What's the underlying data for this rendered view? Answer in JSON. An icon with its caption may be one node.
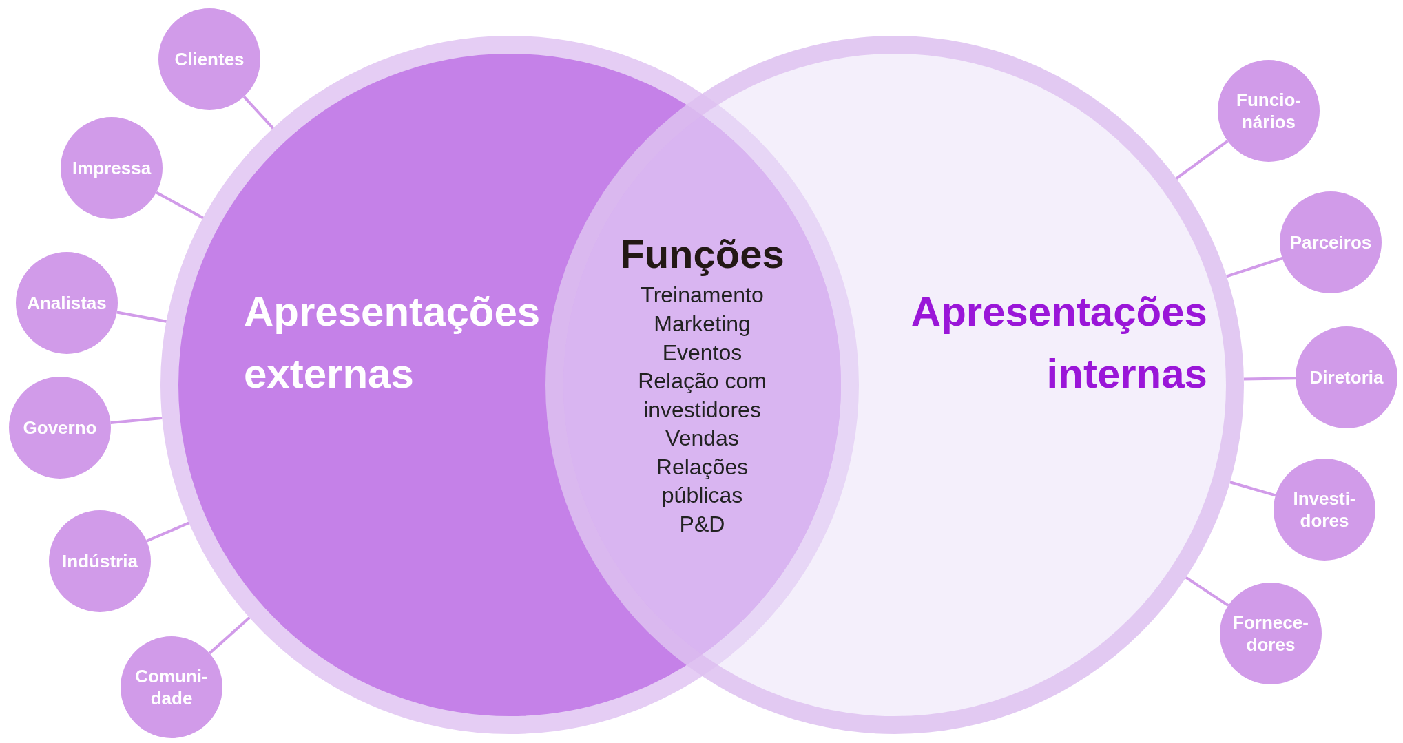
{
  "diagram": {
    "nodes": [
      {
        "text": [
          "Apresentações externas"
        ]
      },
      {
        "text": [
          "Apresentações internas"
        ]
      },
      {
        "text": [
          "Funções",
          "Treinamento",
          "Marketing",
          "Eventos",
          "Relação com investidores",
          "Vendas",
          "Relações públicas",
          "P&D"
        ]
      },
      {
        "text": [
          "Clientes"
        ]
      },
      {
        "text": [
          "Impressa"
        ]
      },
      {
        "text": [
          "Analistas"
        ]
      },
      {
        "text": [
          "Governo"
        ]
      },
      {
        "text": [
          "Indústria"
        ]
      },
      {
        "text": [
          "Comuni-dade"
        ]
      },
      {
        "text": [
          "Funcio-nários"
        ]
      },
      {
        "text": [
          "Parceiros"
        ]
      },
      {
        "text": [
          "Diretoria"
        ]
      },
      {
        "text": [
          "Investi-dores"
        ]
      },
      {
        "text": [
          "Fornece-dores"
        ]
      }
    ],
    "edges": [
      {
        "from": 3,
        "to": 0,
        "arrow": "none"
      },
      {
        "from": 4,
        "to": 0,
        "arrow": "none"
      },
      {
        "from": 5,
        "to": 0,
        "arrow": "none"
      },
      {
        "from": 6,
        "to": 0,
        "arrow": "none"
      },
      {
        "from": 7,
        "to": 0,
        "arrow": "none"
      },
      {
        "from": 8,
        "to": 0,
        "arrow": "none"
      },
      {
        "from": 9,
        "to": 1,
        "arrow": "none"
      },
      {
        "from": 10,
        "to": 1,
        "arrow": "none"
      },
      {
        "from": 11,
        "to": 1,
        "arrow": "none"
      },
      {
        "from": 12,
        "to": 1,
        "arrow": "none"
      },
      {
        "from": 13,
        "to": 1,
        "arrow": "none"
      }
    ]
  }
}
